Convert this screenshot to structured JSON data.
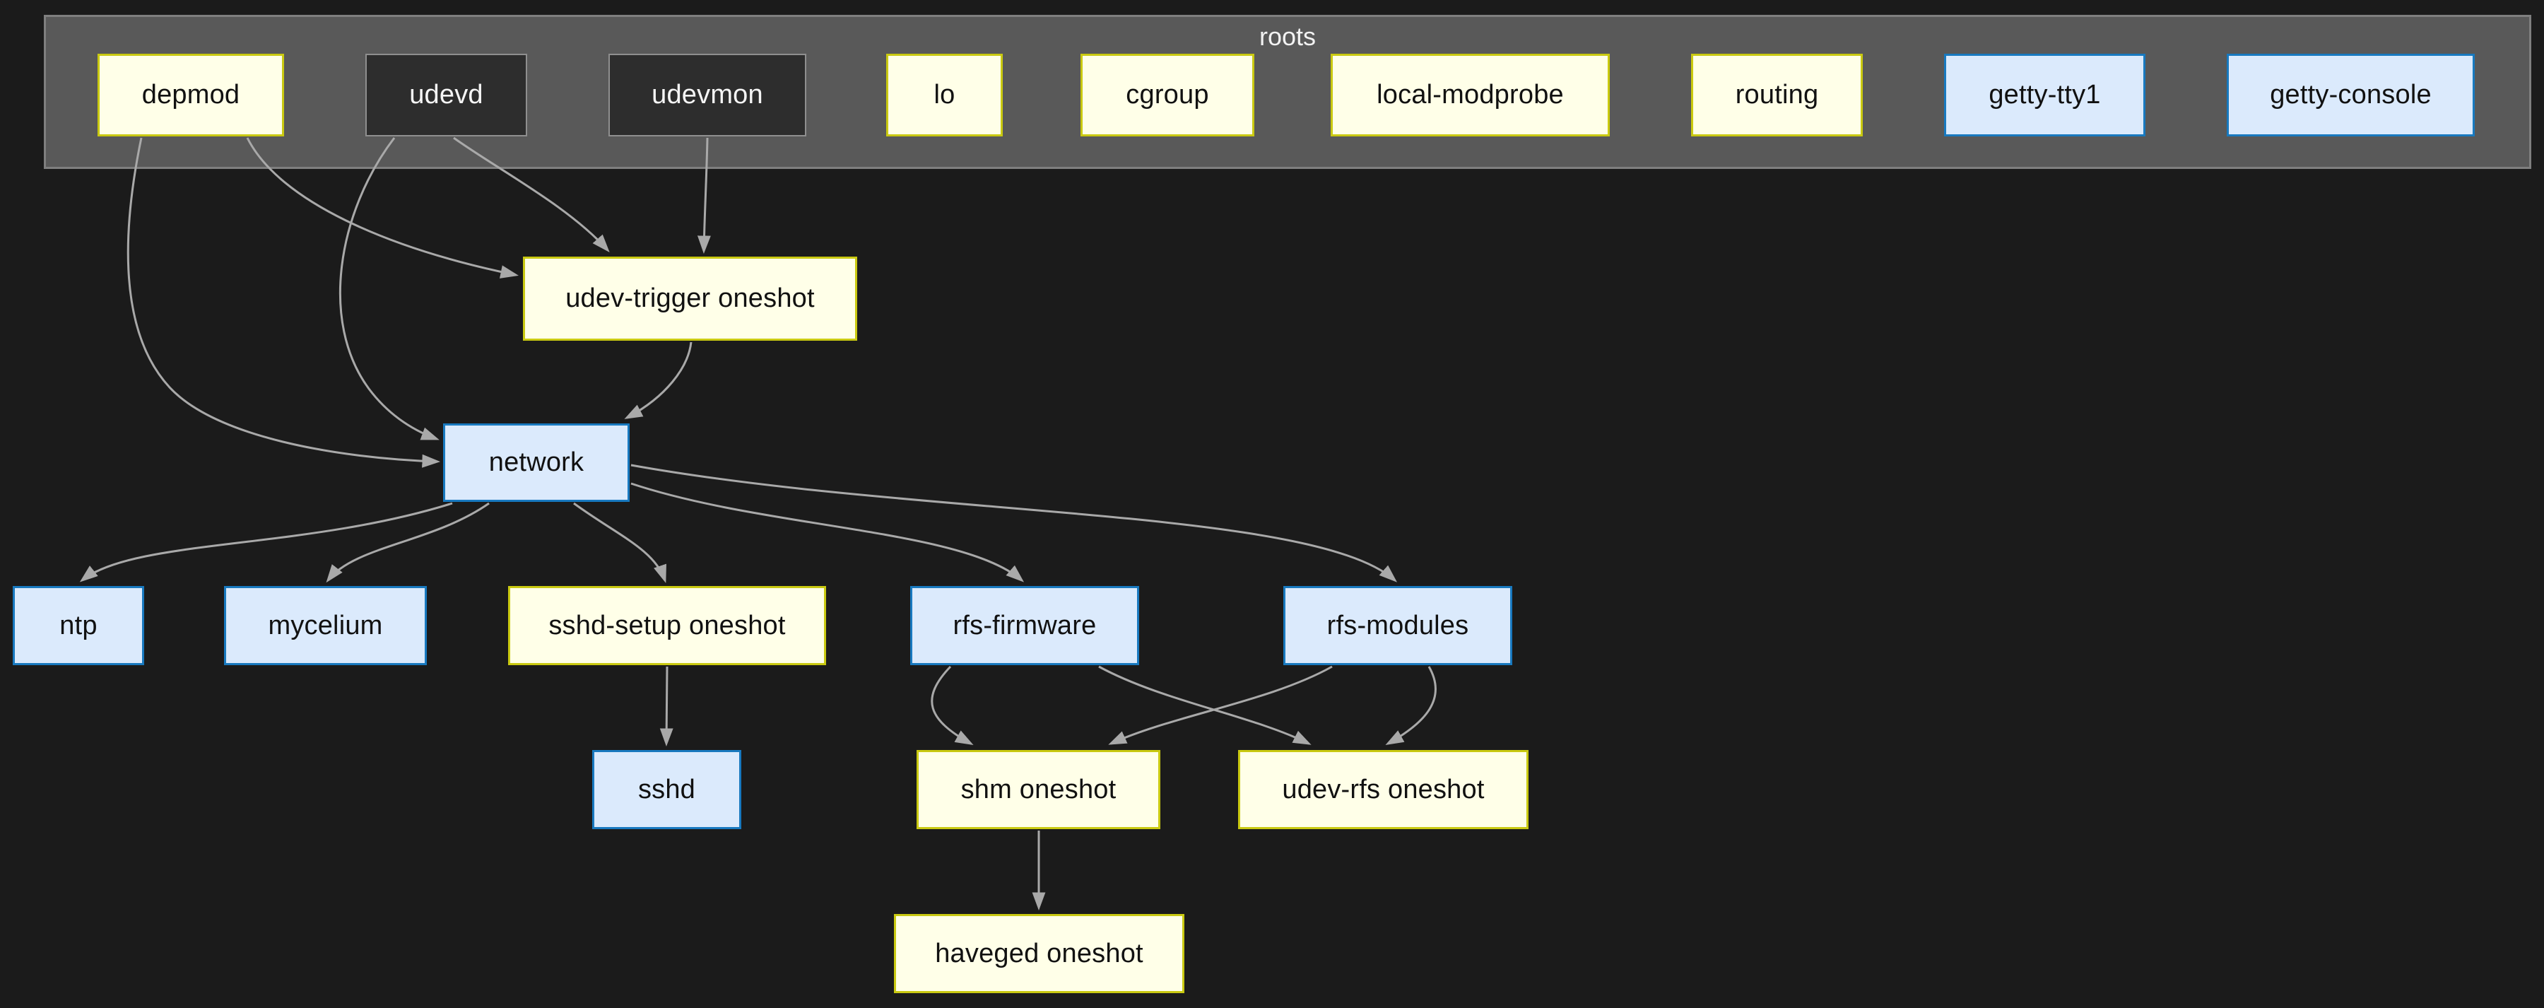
{
  "diagram": {
    "cluster": {
      "label": "roots"
    },
    "palette": {
      "background": "#1b1b1b",
      "cluster_fill": "#595959",
      "cluster_border": "#7f7f7f",
      "cluster_text": "#f2f2f2",
      "edge": "#a9a9a9",
      "yellow": {
        "fill": "#ffffe8",
        "border": "#c9c911",
        "text": "#111111"
      },
      "blue": {
        "fill": "#dbeafc",
        "border": "#1879bf",
        "text": "#111111"
      },
      "dark": {
        "fill": "#2d2d2d",
        "border": "#8f8f8f",
        "text": "#f5f5f5"
      }
    },
    "nodes": {
      "depmod": {
        "label": "depmod",
        "style": "yellow"
      },
      "udevd": {
        "label": "udevd",
        "style": "dark"
      },
      "udevmon": {
        "label": "udevmon",
        "style": "dark"
      },
      "lo": {
        "label": "lo",
        "style": "yellow"
      },
      "cgroup": {
        "label": "cgroup",
        "style": "yellow"
      },
      "local_modprobe": {
        "label": "local-modprobe",
        "style": "yellow"
      },
      "routing": {
        "label": "routing",
        "style": "yellow"
      },
      "getty_tty1": {
        "label": "getty-tty1",
        "style": "blue"
      },
      "getty_console": {
        "label": "getty-console",
        "style": "blue"
      },
      "udev_trigger": {
        "label": "udev-trigger oneshot",
        "style": "yellow"
      },
      "network": {
        "label": "network",
        "style": "blue"
      },
      "ntp": {
        "label": "ntp",
        "style": "blue"
      },
      "mycelium": {
        "label": "mycelium",
        "style": "blue"
      },
      "sshd_setup": {
        "label": "sshd-setup oneshot",
        "style": "yellow"
      },
      "rfs_firmware": {
        "label": "rfs-firmware",
        "style": "blue"
      },
      "rfs_modules": {
        "label": "rfs-modules",
        "style": "blue"
      },
      "sshd": {
        "label": "sshd",
        "style": "blue"
      },
      "shm": {
        "label": "shm oneshot",
        "style": "yellow"
      },
      "udev_rfs": {
        "label": "udev-rfs oneshot",
        "style": "yellow"
      },
      "haveged": {
        "label": "haveged oneshot",
        "style": "yellow"
      }
    },
    "edges": [
      {
        "from": "depmod",
        "to": "udev_trigger"
      },
      {
        "from": "depmod",
        "to": "network"
      },
      {
        "from": "udevd",
        "to": "udev_trigger"
      },
      {
        "from": "udevd",
        "to": "network"
      },
      {
        "from": "udevmon",
        "to": "udev_trigger"
      },
      {
        "from": "udev_trigger",
        "to": "network"
      },
      {
        "from": "network",
        "to": "ntp"
      },
      {
        "from": "network",
        "to": "mycelium"
      },
      {
        "from": "network",
        "to": "sshd_setup"
      },
      {
        "from": "network",
        "to": "rfs_firmware"
      },
      {
        "from": "network",
        "to": "rfs_modules"
      },
      {
        "from": "sshd_setup",
        "to": "sshd"
      },
      {
        "from": "rfs_firmware",
        "to": "shm"
      },
      {
        "from": "rfs_firmware",
        "to": "udev_rfs"
      },
      {
        "from": "rfs_modules",
        "to": "shm"
      },
      {
        "from": "rfs_modules",
        "to": "udev_rfs"
      },
      {
        "from": "shm",
        "to": "haveged"
      }
    ]
  }
}
